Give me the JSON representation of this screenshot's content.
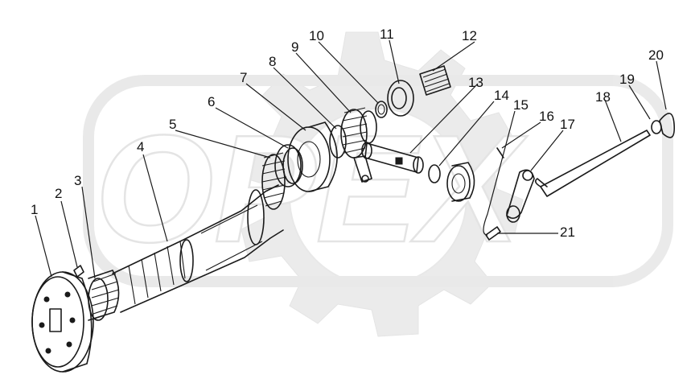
{
  "diagram": {
    "callouts": [
      "1",
      "2",
      "3",
      "4",
      "5",
      "6",
      "7",
      "8",
      "9",
      "10",
      "11",
      "12",
      "13",
      "14",
      "15",
      "16",
      "17",
      "18",
      "19",
      "20",
      "21"
    ],
    "watermark_text": "OPEX"
  }
}
